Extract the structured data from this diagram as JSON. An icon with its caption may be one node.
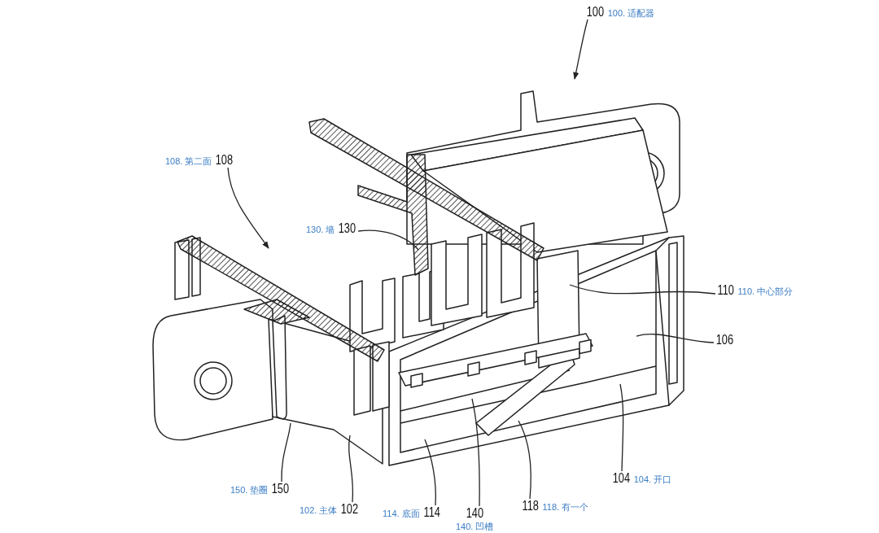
{
  "diagram": {
    "nodes": [
      {
        "text": [
          "100"
        ],
        "beside": [
          "100. 适配器"
        ]
      },
      {
        "text": [
          "108"
        ],
        "beside": [
          "108. 第二面"
        ]
      },
      {
        "text": [
          "130"
        ],
        "beside": [
          "130. 墙"
        ]
      },
      {
        "text": [
          "110"
        ],
        "beside": [
          "110. 中心部分"
        ]
      },
      {
        "text": [
          "106"
        ]
      },
      {
        "text": [
          "150"
        ],
        "beside": [
          "150. 垫圈"
        ]
      },
      {
        "text": [
          "102"
        ],
        "beside": [
          "102. 主体"
        ]
      },
      {
        "text": [
          "114"
        ],
        "beside": [
          "114. 底面"
        ]
      },
      {
        "text": [
          "140"
        ],
        "beside": [
          "140. 凹槽"
        ]
      },
      {
        "text": [
          "118"
        ],
        "beside": [
          "118. 有一个"
        ]
      },
      {
        "text": [
          "104"
        ],
        "beside": [
          "104. 开口"
        ]
      }
    ],
    "edges": [
      {
        "from": 0,
        "to": null,
        "arrow": "to"
      },
      {
        "from": 1,
        "to": null,
        "arrow": "to"
      },
      {
        "from": 2,
        "to": null,
        "arrow": "none"
      },
      {
        "from": 3,
        "to": null,
        "arrow": "none"
      },
      {
        "from": 4,
        "to": null,
        "arrow": "none"
      },
      {
        "from": 5,
        "to": null,
        "arrow": "none"
      },
      {
        "from": 6,
        "to": null,
        "arrow": "none"
      },
      {
        "from": 7,
        "to": null,
        "arrow": "none"
      },
      {
        "from": 8,
        "to": null,
        "arrow": "none"
      },
      {
        "from": 9,
        "to": null,
        "arrow": "none"
      },
      {
        "from": 10,
        "to": null,
        "arrow": "none"
      }
    ]
  }
}
